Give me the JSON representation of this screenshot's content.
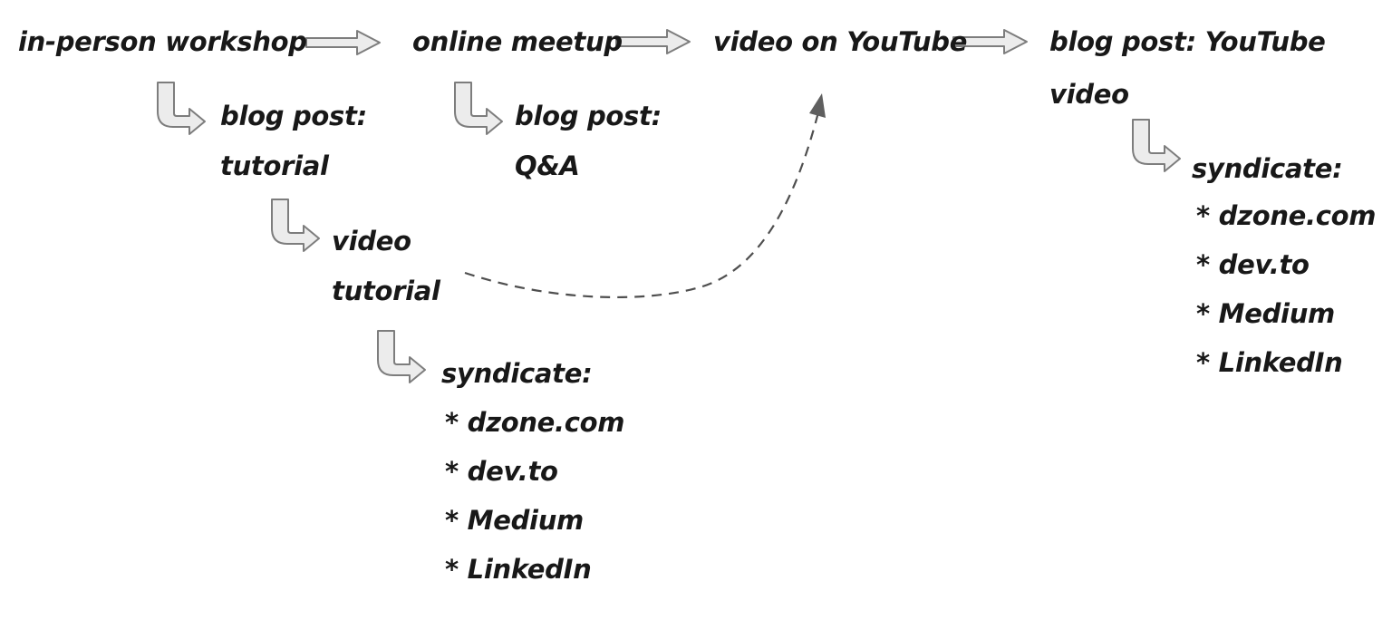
{
  "palette": {
    "bg": "#ffffff",
    "ink": "#181818",
    "arrow_fill": "#ececec",
    "arrow_stroke": "#7d7d7d",
    "dash": "#4f4f4f",
    "dash_head": "#5f5f5f"
  },
  "flow": {
    "workshop": "in-person workshop",
    "meetup": "online meetup",
    "youtube": "video on YouTube",
    "blog_youtube": {
      "line1": "blog post: YouTube",
      "line2": "video"
    }
  },
  "branches": {
    "blog_tutorial": {
      "line1": "blog post:",
      "line2": "tutorial"
    },
    "blog_qa": {
      "line1": "blog post:",
      "line2": "Q&A"
    },
    "video_tutorial": {
      "line1": "video",
      "line2": "tutorial"
    },
    "syndicate_tutorial": {
      "heading": "syndicate:",
      "items": [
        "* dzone.com",
        "* dev.to",
        "* Medium",
        "* LinkedIn"
      ]
    },
    "syndicate_youtube": {
      "heading": "syndicate:",
      "items": [
        "* dzone.com",
        "* dev.to",
        "* Medium",
        "* LinkedIn"
      ]
    }
  }
}
